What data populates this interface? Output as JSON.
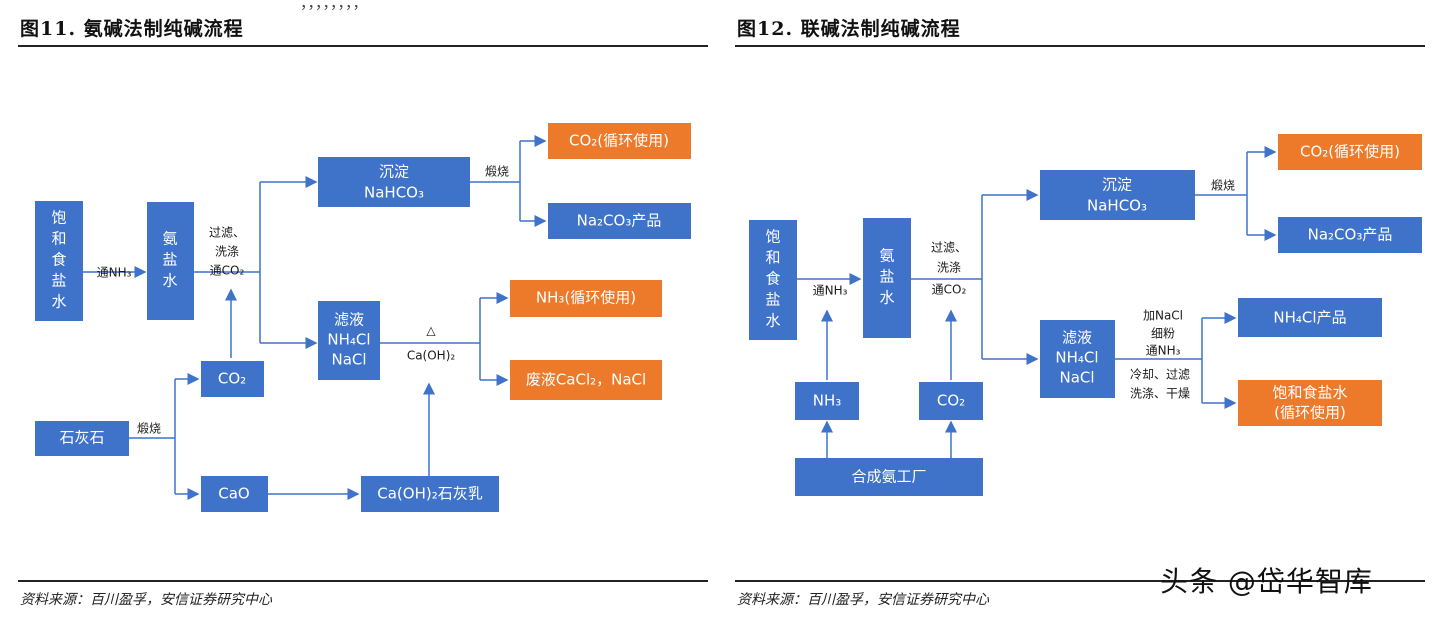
{
  "top_strip_text": "，，，，，，，，",
  "panel1": {
    "title": "图11. 氨碱法制纯碱流程",
    "source": "资料来源：百川盈孚，安信证券研究中心",
    "boxes": {
      "brine": [
        "饱",
        "和",
        "食",
        "盐",
        "水"
      ],
      "ammonia_brine": [
        "氨",
        "盐",
        "水"
      ],
      "precipitate": [
        "沉淀",
        "NaHCO₃"
      ],
      "co2_recycle": "CO₂(循环使用)",
      "soda_product": "Na₂CO₃产品",
      "filtrate": [
        "滤液",
        "NH₄Cl",
        "NaCl"
      ],
      "nh3_recycle": "NH₃(循环使用)",
      "waste": "废液CaCl₂，NaCl",
      "co2": "CO₂",
      "limestone": "石灰石",
      "cao": "CaO",
      "lime_milk": "Ca(OH)₂石灰乳"
    },
    "labels": {
      "add_nh3": "通NH₃",
      "filter": [
        "过滤、",
        "洗涤",
        "通CO₂"
      ],
      "calcine1": "煅烧",
      "calcine2": "煅烧",
      "delta": "△",
      "caoh2": "Ca(OH)₂"
    }
  },
  "panel2": {
    "title": "图12. 联碱法制纯碱流程",
    "source": "资料来源：百川盈孚，安信证券研究中心",
    "boxes": {
      "brine": [
        "饱",
        "和",
        "食",
        "盐",
        "水"
      ],
      "ammonia_brine": [
        "氨",
        "盐",
        "水"
      ],
      "precipitate": [
        "沉淀",
        "NaHCO₃"
      ],
      "co2_recycle": "CO₂(循环使用)",
      "soda_product": "Na₂CO₃产品",
      "filtrate": [
        "滤液",
        "NH₄Cl",
        "NaCl"
      ],
      "nh4cl_product": "NH₄Cl产品",
      "brine_recycle": [
        "饱和食盐水",
        "(循环使用)"
      ],
      "nh3": "NH₃",
      "co2": "CO₂",
      "ammonia_plant": "合成氨工厂"
    },
    "labels": {
      "add_nh3": "通NH₃",
      "filter": [
        "过滤、",
        "洗涤",
        "通CO₂"
      ],
      "calcine": "煅烧",
      "add_nacl": [
        "加NaCl",
        "细粉",
        "通NH₃"
      ],
      "cool": [
        "冷却、过滤",
        "洗涤、干燥"
      ]
    }
  },
  "watermark": "头条 @岱华智库",
  "colors": {
    "blue_box": "#3f73c9",
    "orange_box": "#ec7a2a"
  }
}
